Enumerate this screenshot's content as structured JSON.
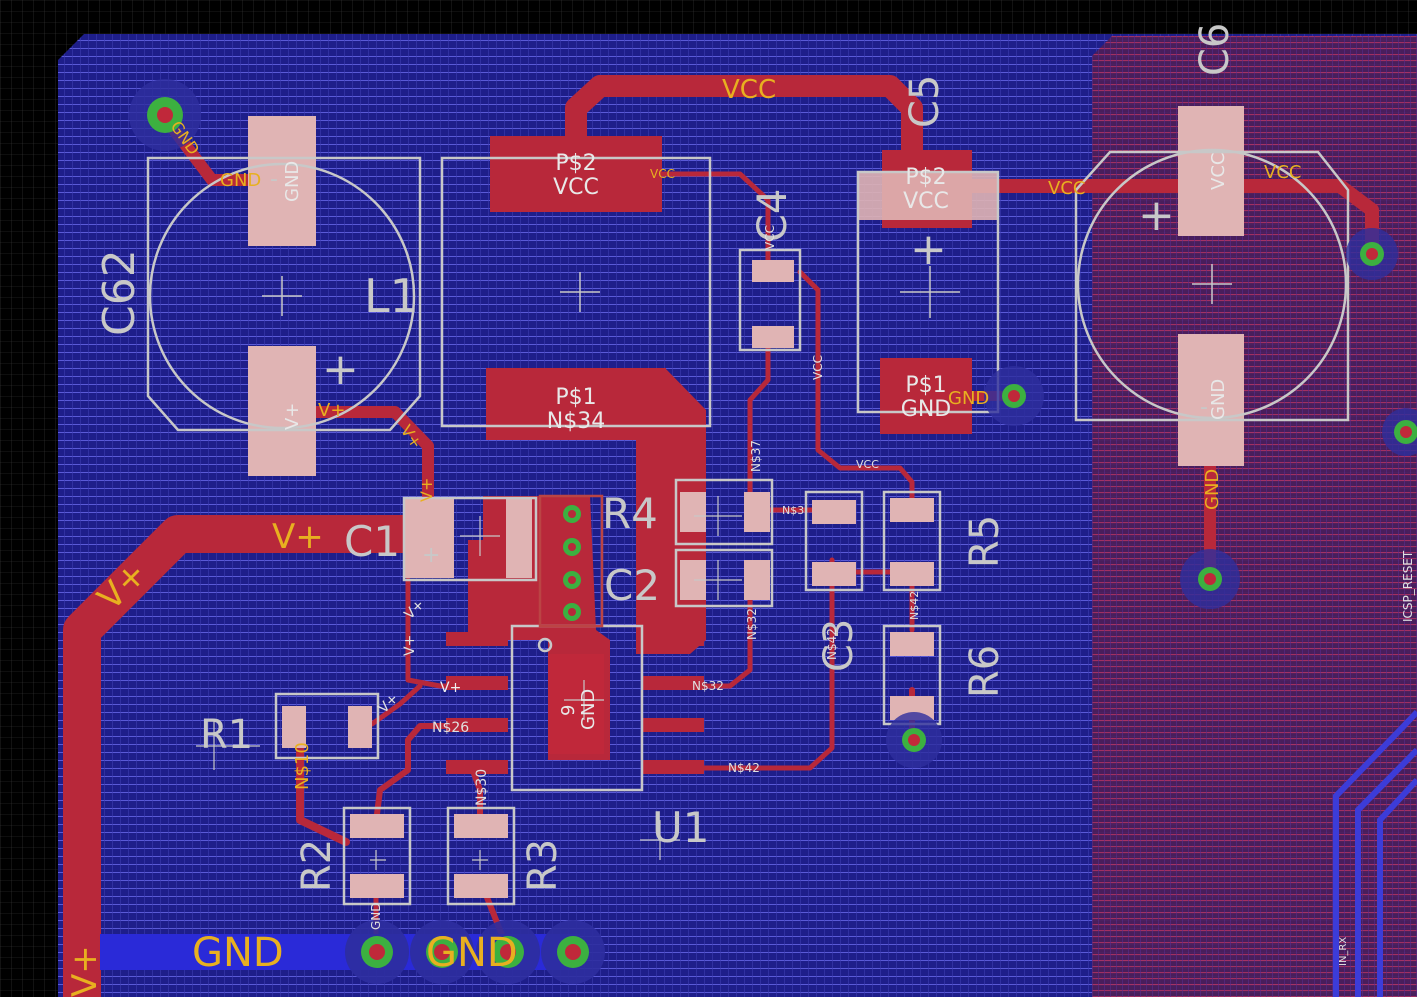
{
  "colors": {
    "background": "#000000",
    "bottom_pour": "#22229a",
    "top_copper": "#b8283a",
    "silkscreen": "#c8c8c8",
    "net_label": "#e8b020",
    "pad": "#e0b4b4",
    "via_ring": "#3cb040",
    "via_hole": "#c0283a"
  },
  "components": {
    "c62": "C62",
    "l1": "L1",
    "c1": "C1",
    "c2": "C2",
    "c3": "C3",
    "c4": "C4",
    "c5": "C5",
    "c6": "C6",
    "r1": "R1",
    "r2": "R2",
    "r3": "R3",
    "r4": "R4",
    "r5": "R5",
    "r6": "R6",
    "u1": "U1"
  },
  "pads": {
    "l1_p2_name": "P$2",
    "l1_p2_net": "VCC",
    "l1_p1_name": "P$1",
    "l1_p1_net": "N$34",
    "c5_p2_name": "P$2",
    "c5_p2_net": "VCC",
    "c5_p1_name": "P$1",
    "c5_p1_net": "GND",
    "c62_top_net": "GND",
    "c62_bot_net": "V+",
    "c6_top_net": "VCC",
    "c6_bot_net": "GND",
    "u1_center_num": "9",
    "u1_center_net": "GND"
  },
  "nets": {
    "vcc": "VCC",
    "gnd": "GND",
    "vplus": "V+",
    "n32": "N$32",
    "n42": "N$42",
    "n26": "N$26",
    "n30": "N$30",
    "n10": "N$10",
    "n37": "N$37",
    "n3": "N$3",
    "icsp_reset": "ICSP_RESET",
    "in_rx": "IN_RX"
  },
  "symbols": {
    "plus": "+",
    "minus": "-"
  }
}
